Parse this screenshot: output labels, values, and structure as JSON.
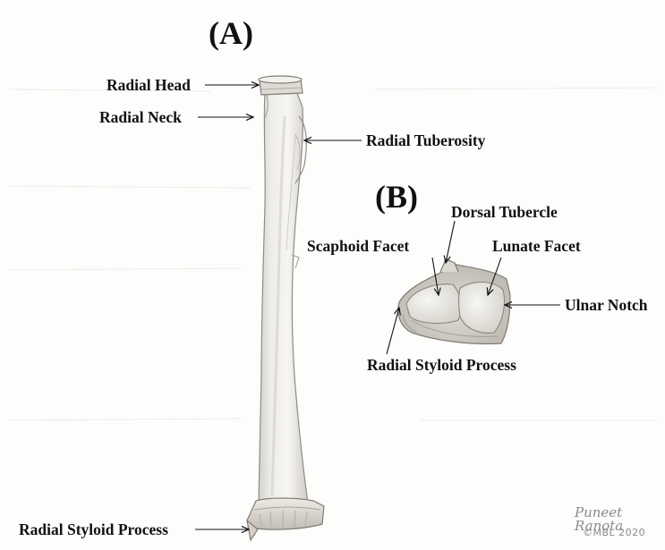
{
  "panels": {
    "a": "(A)",
    "b": "(B)"
  },
  "labels_a": {
    "radial_head": "Radial Head",
    "radial_neck": "Radial Neck",
    "radial_tuberosity": "Radial Tuberosity",
    "radial_styloid_process": "Radial Styloid Process"
  },
  "labels_b": {
    "dorsal_tubercle": "Dorsal Tubercle",
    "scaphoid_facet": "Scaphoid Facet",
    "lunate_facet": "Lunate Facet",
    "ulnar_notch": "Ulnar Notch",
    "radial_styloid_process": "Radial Styloid Process"
  },
  "signature": {
    "name": "Puneet Ranota",
    "copyright": "©MBL 2020"
  },
  "colors": {
    "text": "#111111",
    "bone_fill": "#f1f0ec",
    "bone_shade": "#c9c7c1",
    "bone_outline": "#8f8c86",
    "arrow": "#111111",
    "signature": "#8a8a8a"
  }
}
